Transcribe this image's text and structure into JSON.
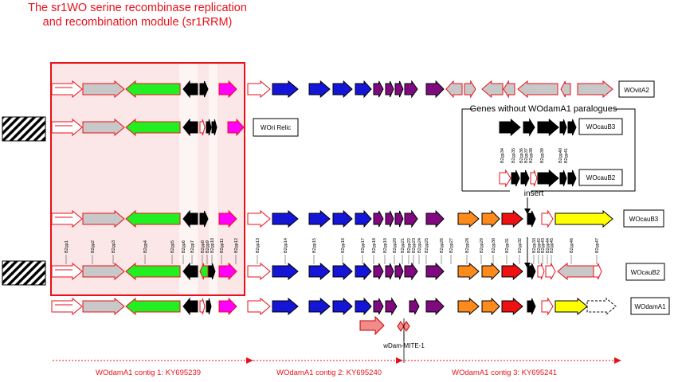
{
  "title": {
    "line1": "The sr1WO serine recombinase replication",
    "line2": "and recombination module (sr1RRM)"
  },
  "colors": {
    "red": "#e8111a",
    "white": "#ffffff",
    "gray": "#c8c8c8",
    "green": "#22ee22",
    "black": "#000000",
    "magenta": "#ff00ff",
    "blue": "#1515d6",
    "purple": "#7f0a7f",
    "orange": "#ff8a1c",
    "brightred": "#ee1111",
    "yellow": "#ffff00",
    "pink": "#f08c8c",
    "module_fill": "#fbe7e7"
  },
  "rows": [
    {
      "name": "wovita2-row",
      "label": "WOvitA2",
      "arrows": [
        [
          "w",
          "r",
          65,
          38,
          "r"
        ],
        [
          "g",
          "r",
          104,
          52,
          "r"
        ],
        [
          "G",
          "l",
          158,
          68,
          "r"
        ],
        [
          "k",
          "l",
          230,
          18
        ],
        [
          "k",
          "r",
          251,
          10
        ],
        [
          "m",
          "r",
          275,
          22
        ],
        [
          "w",
          "r",
          311,
          28
        ],
        [
          "b",
          "r",
          342,
          32
        ],
        [
          "b",
          "r",
          388,
          26
        ],
        [
          "b",
          "r",
          418,
          24
        ],
        [
          "b",
          "r",
          446,
          20
        ],
        [
          "p",
          "r",
          469,
          12
        ],
        [
          "p",
          "r",
          484,
          10
        ],
        [
          "p",
          "r",
          496,
          10
        ],
        [
          "p",
          "r",
          508,
          16
        ],
        [
          "p",
          "r",
          535,
          22
        ],
        [
          "g",
          "l",
          560,
          20
        ],
        [
          "g",
          "r",
          583,
          14
        ],
        [
          "g",
          "l",
          605,
          26
        ],
        [
          "g",
          "l",
          632,
          14
        ],
        [
          "g",
          "l",
          650,
          50
        ],
        [
          "g",
          "l",
          704,
          12
        ],
        [
          "g",
          "r",
          725,
          44
        ]
      ]
    },
    {
      "name": "wori-relic-row",
      "label": "WOri Relic",
      "arrows": [
        [
          "w",
          "r",
          65,
          38,
          "r"
        ],
        [
          "g",
          "r",
          104,
          52,
          "r"
        ],
        [
          "G",
          "l",
          158,
          68,
          "r"
        ],
        [
          "k",
          "l",
          230,
          18
        ],
        [
          "w",
          "r",
          251,
          6
        ],
        [
          "k",
          "r",
          259,
          6
        ],
        [
          "k",
          "r",
          266,
          6
        ],
        [
          "m",
          "r",
          286,
          20
        ]
      ]
    },
    {
      "name": "wocaub3-row",
      "label": "WOcauB3",
      "arrows": [
        [
          "w",
          "r",
          65,
          38,
          "r"
        ],
        [
          "g",
          "r",
          104,
          52,
          "r"
        ],
        [
          "G",
          "l",
          158,
          68,
          "r"
        ],
        [
          "k",
          "l",
          230,
          18
        ],
        [
          "k",
          "r",
          251,
          10
        ],
        [
          "m",
          "r",
          275,
          22
        ],
        [
          "w",
          "r",
          311,
          28
        ],
        [
          "b",
          "r",
          342,
          32
        ],
        [
          "b",
          "r",
          388,
          26
        ],
        [
          "b",
          "r",
          418,
          24
        ],
        [
          "b",
          "r",
          446,
          20
        ],
        [
          "p",
          "r",
          469,
          12
        ],
        [
          "p",
          "r",
          484,
          10
        ],
        [
          "p",
          "r",
          496,
          10
        ],
        [
          "p",
          "r",
          508,
          16
        ],
        [
          "p",
          "r",
          535,
          22
        ],
        [
          "o",
          "r",
          575,
          26
        ],
        [
          "o",
          "r",
          605,
          22
        ],
        [
          "R",
          "r",
          630,
          26
        ],
        [
          "k",
          "r",
          662,
          10
        ],
        [
          "w",
          "r",
          680,
          14
        ],
        [
          "y",
          "r",
          697,
          72
        ]
      ]
    },
    {
      "name": "wocaub2-row",
      "label": "WOcauB2",
      "arrows": [
        [
          "w",
          "r",
          65,
          38,
          "r"
        ],
        [
          "g",
          "r",
          104,
          52,
          "r"
        ],
        [
          "G",
          "l",
          158,
          68,
          "r"
        ],
        [
          "k",
          "l",
          230,
          18
        ],
        [
          "G",
          "l",
          251,
          10
        ],
        [
          "k",
          "r",
          262,
          8
        ],
        [
          "m",
          "r",
          275,
          22
        ],
        [
          "w",
          "r",
          311,
          28
        ],
        [
          "b",
          "r",
          342,
          32
        ],
        [
          "b",
          "r",
          388,
          26
        ],
        [
          "b",
          "r",
          418,
          24
        ],
        [
          "b",
          "r",
          446,
          20
        ],
        [
          "p",
          "r",
          469,
          12
        ],
        [
          "p",
          "r",
          484,
          10
        ],
        [
          "p",
          "r",
          496,
          10
        ],
        [
          "p",
          "r",
          508,
          16
        ],
        [
          "p",
          "r",
          535,
          22
        ],
        [
          "o",
          "r",
          575,
          26
        ],
        [
          "o",
          "r",
          605,
          22
        ],
        [
          "R",
          "r",
          630,
          26
        ],
        [
          "k",
          "r",
          662,
          10
        ],
        [
          "w",
          "r",
          675,
          8
        ],
        [
          "w",
          "r",
          685,
          12
        ],
        [
          "g",
          "l",
          700,
          48
        ],
        [
          "w",
          "r",
          745,
          10
        ]
      ]
    },
    {
      "name": "wodama1-row",
      "label": "WOdamA1",
      "arrows": [
        [
          "w",
          "r",
          65,
          38,
          "r"
        ],
        [
          "g",
          "r",
          104,
          52,
          "r"
        ],
        [
          "G",
          "l",
          158,
          68,
          "r"
        ],
        [
          "k",
          "l",
          230,
          18
        ],
        [
          "w",
          "r",
          251,
          6
        ],
        [
          "k",
          "r",
          259,
          6
        ],
        [
          "m",
          "r",
          275,
          22
        ],
        [
          "w",
          "r",
          311,
          28
        ],
        [
          "b",
          "r",
          342,
          32
        ],
        [
          "b",
          "r",
          388,
          26
        ],
        [
          "b",
          "r",
          418,
          24
        ],
        [
          "b",
          "r",
          446,
          20
        ],
        [
          "p",
          "r",
          469,
          12
        ],
        [
          "p",
          "r",
          484,
          14
        ],
        [
          "p",
          "r",
          514,
          12
        ],
        [
          "p",
          "r",
          535,
          22
        ],
        [
          "o",
          "r",
          575,
          26
        ],
        [
          "o",
          "r",
          605,
          22
        ],
        [
          "R",
          "r",
          630,
          26
        ],
        [
          "k",
          "r",
          662,
          10
        ],
        [
          "w",
          "r",
          680,
          14
        ],
        [
          "y",
          "r",
          697,
          40
        ],
        [
          "d",
          "r",
          737,
          36
        ]
      ]
    }
  ],
  "inset": {
    "title": "Genes without WOdamA1 paralogues",
    "insert_label": "insert",
    "row1_label": "WOcauB3",
    "row2_label": "WOcauB2",
    "row1_arrows": [
      [
        "k",
        "r",
        627,
        26
      ],
      [
        "k",
        "r",
        657,
        14
      ],
      [
        "k",
        "r",
        675,
        26
      ],
      [
        "k",
        "r",
        703,
        8
      ],
      [
        "k",
        "r",
        713,
        10
      ]
    ],
    "row2_arrows": [
      [
        "w",
        "r",
        627,
        14
      ],
      [
        "k",
        "r",
        642,
        10
      ],
      [
        "k",
        "r",
        654,
        10
      ],
      [
        "w",
        "r",
        666,
        8
      ],
      [
        "k",
        "r",
        675,
        26
      ],
      [
        "k",
        "r",
        703,
        8
      ],
      [
        "k",
        "r",
        713,
        10
      ]
    ],
    "gene_labels": [
      "B2gp34",
      "B2gp35",
      "B2gp36",
      "B2gp37",
      "B2gp38",
      "B2gp39",
      "B2gp40",
      "B2gp41"
    ]
  },
  "gene_labels_main": [
    "B2gp1",
    "B2gp2",
    "B2gp3",
    "B2gp4",
    "B2gp5",
    "B2gp6",
    "B2gp7",
    "B2gp8",
    "B2gp9",
    "B2gp10",
    "B2gp11",
    "B2gp12",
    "B2gp13",
    "B2gp14",
    "B2gp15",
    "B2gp16",
    "B2gp17",
    "B2gp18",
    "B2gp19",
    "B2gp20",
    "B2gp21",
    "B2gp22",
    "B2gp23",
    "B2gp24",
    "B2gp25",
    "B2gp26",
    "B2gp27",
    "B2gp28",
    "B2gp29",
    "B2gp30",
    "B2gp31",
    "B2gp32",
    "B2gp33",
    "B2gp42",
    "B2gp43",
    "B2gp44",
    "B2gp45",
    "B2gp46",
    "B2gp47"
  ],
  "mite_label": "wDam-MITE-1",
  "contigs": [
    {
      "label": "WOdamA1 contig 1: KY695239"
    },
    {
      "label": "WOdamA1 contig 2: KY695240"
    },
    {
      "label": "WOdamA1 contig 3: KY695241"
    }
  ]
}
